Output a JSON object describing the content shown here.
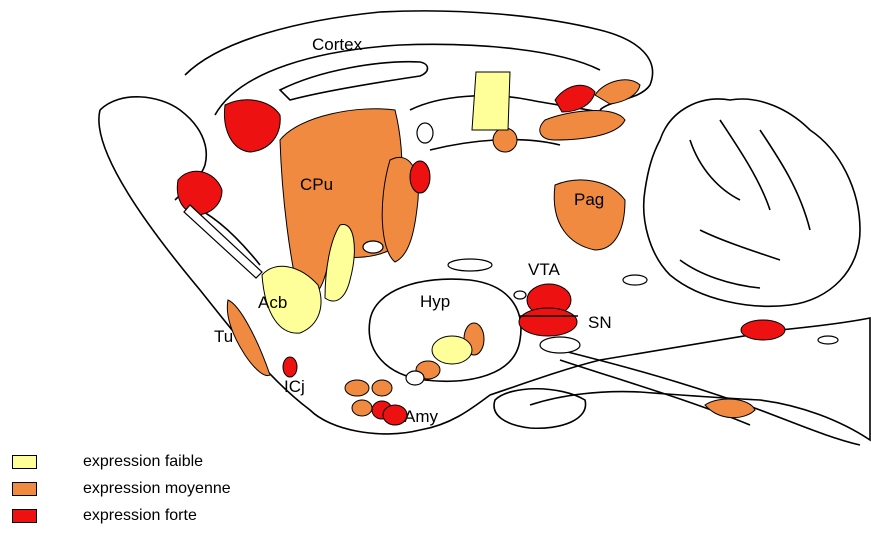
{
  "colors": {
    "faible": "#ffff99",
    "moyenne": "#f08a40",
    "forte": "#ee1111",
    "outline": "#000000"
  },
  "labels": {
    "cortex": "Cortex",
    "cpu": "CPu",
    "acb": "Acb",
    "tu": "Tu",
    "icj": "ICj",
    "amy": "Amy",
    "hyp": "Hyp",
    "vta": "VTA",
    "sn": "SN",
    "pag": "Pag"
  },
  "legend": [
    {
      "label": "expression faible",
      "level": "faible"
    },
    {
      "label": "expression moyenne",
      "level": "moyenne"
    },
    {
      "label": "expression forte",
      "level": "forte"
    }
  ]
}
